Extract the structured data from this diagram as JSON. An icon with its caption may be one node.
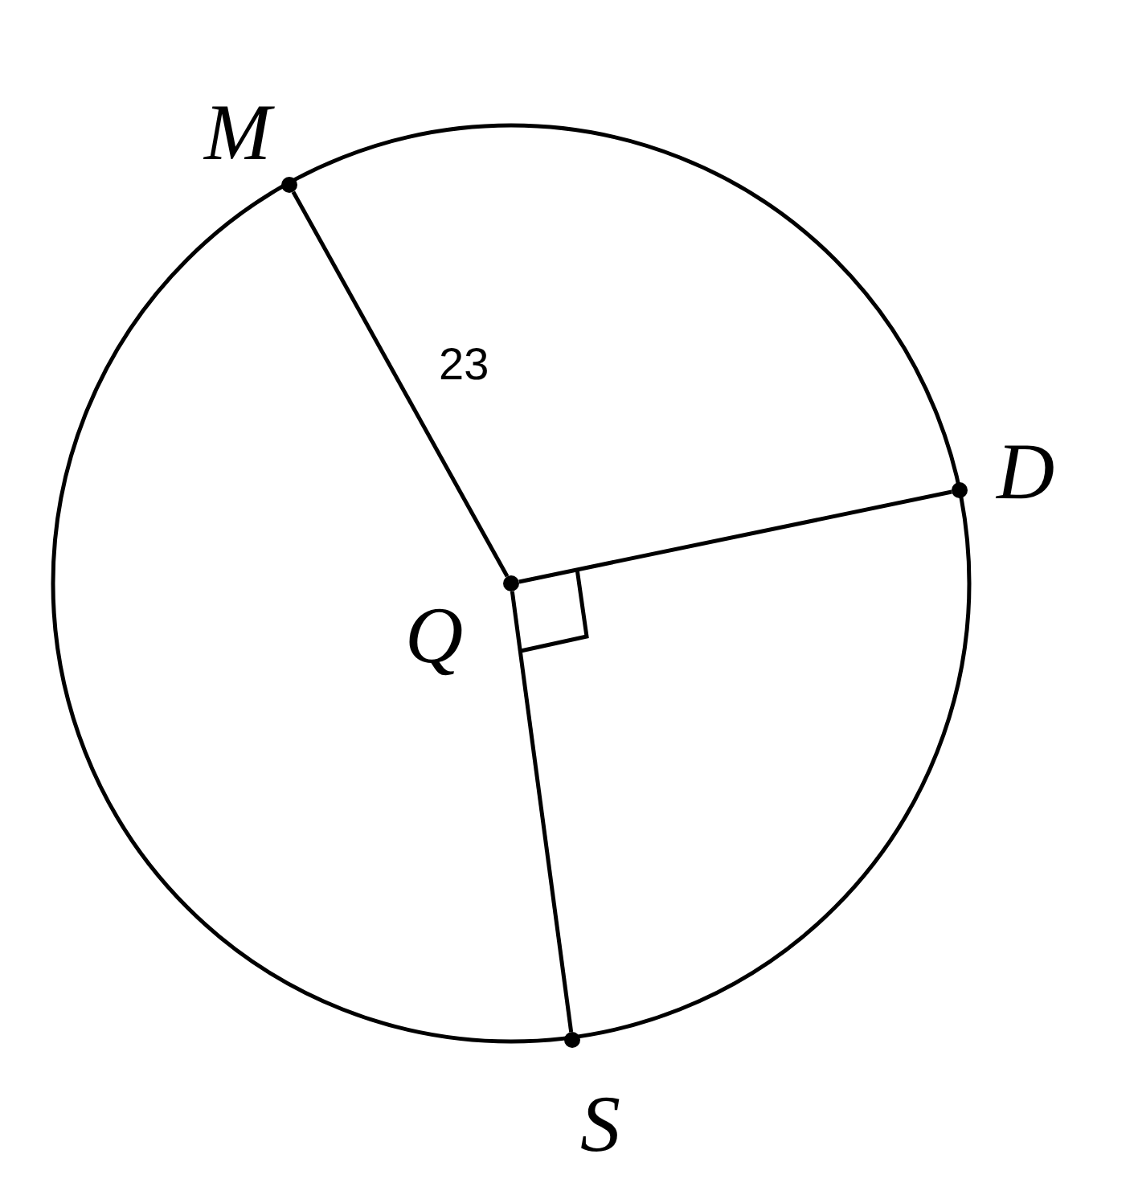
{
  "diagram": {
    "nodes": [
      {
        "text": [
          "M"
        ]
      },
      {
        "text": [
          "D"
        ]
      },
      {
        "text": [
          "Q"
        ]
      },
      {
        "text": [
          "S"
        ]
      }
    ],
    "edges": [
      {
        "from": 2,
        "to": 0,
        "arrow": "none",
        "label": "23"
      },
      {
        "from": 2,
        "to": 1,
        "arrow": "none"
      },
      {
        "from": 2,
        "to": 3,
        "arrow": "none"
      }
    ]
  }
}
